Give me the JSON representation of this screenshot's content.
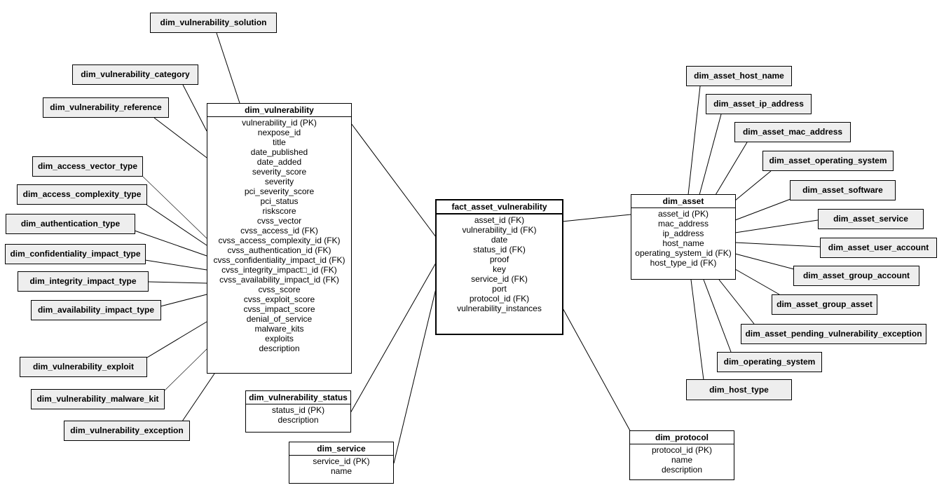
{
  "tables": {
    "dim_vulnerability": {
      "title": "dim_vulnerability",
      "fields": [
        "vulnerability_id (PK)",
        "nexpose_id",
        "title",
        "date_published",
        "date_added",
        "severity_score",
        "severity",
        "pci_severity_score",
        "pci_status",
        "riskscore",
        "cvss_vector",
        "cvss_access_id (FK)",
        "cvss_access_complexity_id (FK)",
        "cvss_authentication_id (FK)",
        "cvss_confidentiality_impact_id (FK)",
        "cvss_integrity_impact□_id (FK)",
        "cvss_availability_impact_id (FK)",
        "cvss_score",
        "cvss_exploit_score",
        "cvss_impact_score",
        "denial_of_service",
        "malware_kits",
        "exploits",
        "description"
      ]
    },
    "fact_asset_vulnerability": {
      "title": "fact_asset_vulnerability",
      "fields": [
        "asset_id (FK)",
        "vulnerability_id (FK)",
        "date",
        "status_id (FK)",
        "proof",
        "key",
        "service_id (FK)",
        "port",
        "protocol_id (FK)",
        "vulnerability_instances"
      ]
    },
    "dim_asset": {
      "title": "dim_asset",
      "fields": [
        "asset_id (PK)",
        "mac_address",
        "ip_address",
        "host_name",
        "operating_system_id (FK)",
        "host_type_id (FK)"
      ]
    },
    "dim_vulnerability_status": {
      "title": "dim_vulnerability_status",
      "fields": [
        "status_id (PK)",
        "description"
      ]
    },
    "dim_service": {
      "title": "dim_service",
      "fields": [
        "service_id (PK)",
        "name"
      ]
    },
    "dim_protocol": {
      "title": "dim_protocol",
      "fields": [
        "protocol_id (PK)",
        "name",
        "description"
      ]
    }
  },
  "dims": {
    "vulnerability_solution": "dim_vulnerability_solution",
    "vulnerability_category": "dim_vulnerability_category",
    "vulnerability_reference": "dim_vulnerability_reference",
    "access_vector_type": "dim_access_vector_type",
    "access_complexity_type": "dim_access_complexity_type",
    "authentication_type": "dim_authentication_type",
    "confidentiality_impact_type": "dim_confidentiality_impact_type",
    "integrity_impact_type": "dim_integrity_impact_type",
    "availability_impact_type": "dim_availability_impact_type",
    "vulnerability_exploit": "dim_vulnerability_exploit",
    "vulnerability_malware_kit": "dim_vulnerability_malware_kit",
    "vulnerability_exception": "dim_vulnerability_exception",
    "asset_host_name": "dim_asset_host_name",
    "asset_ip_address": "dim_asset_ip_address",
    "asset_mac_address": "dim_asset_mac_address",
    "asset_operating_system": "dim_asset_operating_system",
    "asset_software": "dim_asset_software",
    "asset_service": "dim_asset_service",
    "asset_user_account": "dim_asset_user_account",
    "asset_group_account": "dim_asset_group_account",
    "asset_group_asset": "dim_asset_group_asset",
    "asset_pending_vulnerability_exception": "dim_asset_pending_vulnerability_exception",
    "operating_system": "dim_operating_system",
    "host_type": "dim_host_type"
  }
}
